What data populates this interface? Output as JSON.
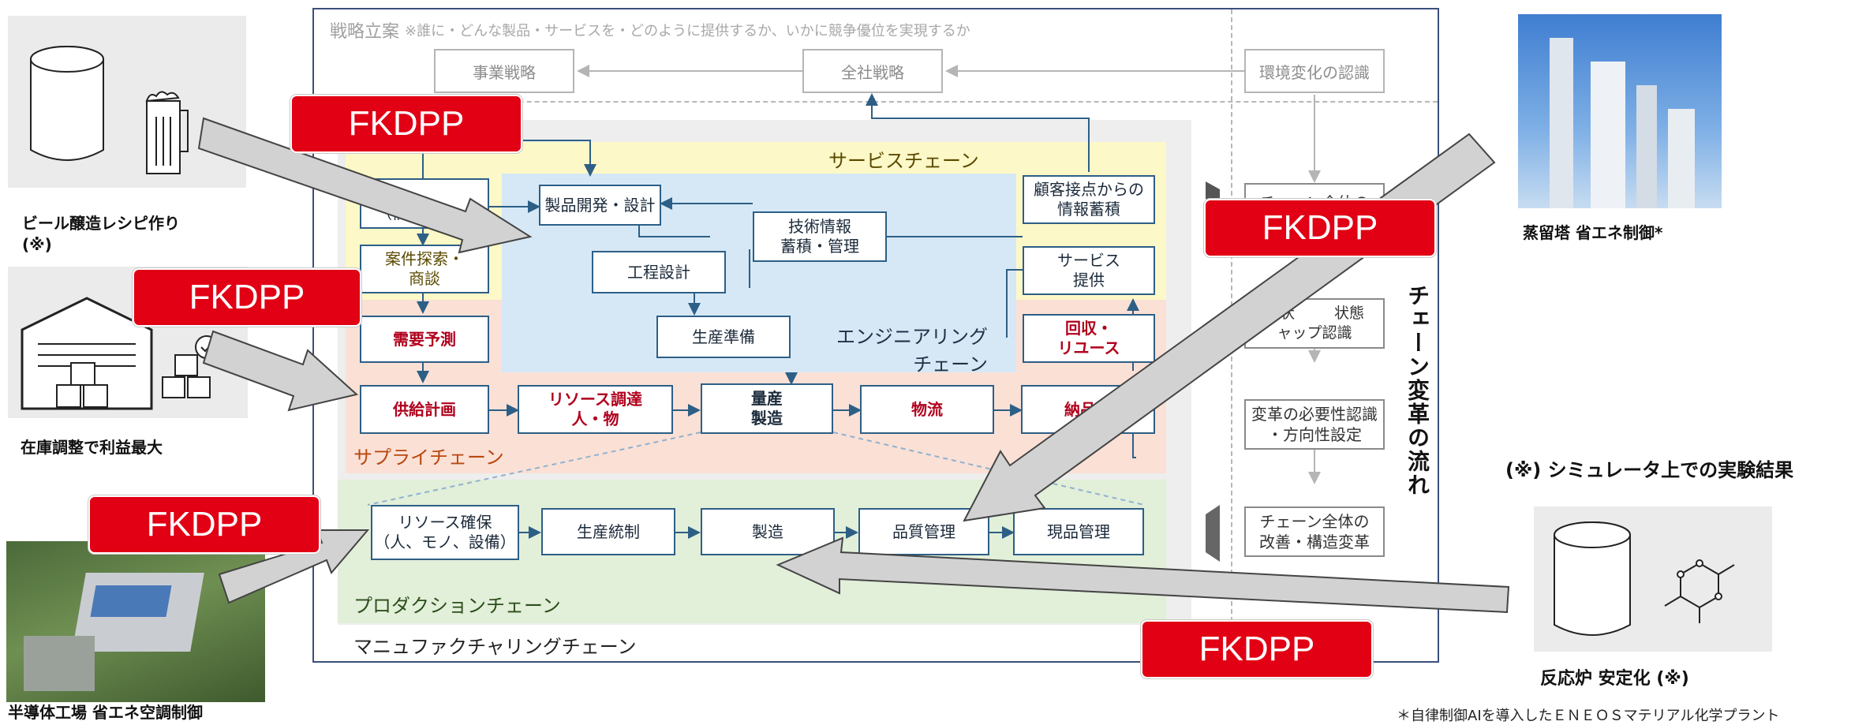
{
  "header": {
    "title": "戦略立案",
    "note": "※誰に・どんな製品・サービスを・どのように提供するか、いかに競争優位を実現するか"
  },
  "strategy": {
    "business": "事業戦略",
    "corporate": "全社戦略",
    "environment": "環境変化の認識"
  },
  "service_chain": {
    "title": "サービスチェーン",
    "info": "（情報",
    "deal": "案件探索・\n商談",
    "contact": "顧客接点からの\n情報蓄積",
    "provide": "サービス\n提供"
  },
  "engineering_chain": {
    "title": "エンジニアリング\nチェーン",
    "dev": "製品開発・設計",
    "tech": "技術情報\n蓄積・管理",
    "process": "工程設計",
    "prep": "生産準備"
  },
  "supply_chain": {
    "title": "サプライチェーン",
    "forecast": "需要予測",
    "plan": "供給計画",
    "resource": "リソース調達\n人・物",
    "mass": "量産\n製造",
    "logistics": "物流",
    "delivery": "納品・",
    "recycle": "回収・\nリユース"
  },
  "production_chain": {
    "title": "プロダクションチェーン",
    "secure": "リソース確保\n（人、モノ、設備）",
    "control": "生産統制",
    "manufacture": "製造",
    "quality": "品質管理",
    "stock": "現品管理"
  },
  "manufacturing_chain": "マニュファクチャリングチェーン",
  "transform": {
    "title": "チェーン変革の流れ",
    "step1": "チェーン全体の",
    "step2": "現状 　　 状態\nャップ認識",
    "step3": "変革の必要性認識\n・方向性設定",
    "step4": "チェーン全体の\n改善・構造変革"
  },
  "fkdpp": "FKDPP",
  "captions": {
    "beer": "ビール醸造レシピ作り\n(※)",
    "inventory": "在庫調整で利益最大",
    "semiconductor": "半導体工場 省エネ空調制御",
    "distill": "蒸留塔 省エネ制御*",
    "sim_note": "(※)  シミュレータ上での実験結果",
    "reactor": "反応炉 安定化  (※)",
    "footnote": "＊自律制御AIを導入したＥＮＥＯＳマテリアル化学プラント"
  }
}
